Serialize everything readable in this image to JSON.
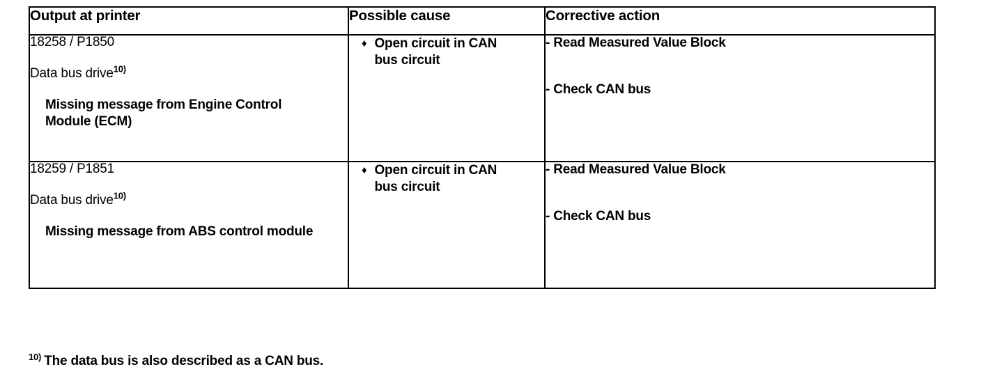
{
  "table": {
    "headers": [
      {
        "label": "Output at printer"
      },
      {
        "label": "Possible cause"
      },
      {
        "label": "Corrective action"
      }
    ],
    "rows": [
      {
        "code": "18258 / P1850",
        "bus_label": "Data bus drive",
        "bus_footnote_marker": "10)",
        "description": "Missing message from Engine Control Module (ECM)",
        "cause_bullet": "♦",
        "cause": "Open circuit in CAN bus circuit",
        "actions": [
          "- Read Measured Value Block",
          "- Check CAN bus"
        ]
      },
      {
        "code": "18259 / P1851",
        "bus_label": "Data bus drive",
        "bus_footnote_marker": "10)",
        "description": "Missing message from ABS control module",
        "cause_bullet": "♦",
        "cause": "Open circuit in CAN bus circuit",
        "actions": [
          "- Read Measured Value Block",
          "- Check CAN bus"
        ]
      }
    ]
  },
  "footnote": {
    "marker": "10)",
    "text": "The data bus is also described as a CAN bus."
  },
  "colors": {
    "page_background": "#ffffff",
    "text": "#000000",
    "border": "#000000"
  }
}
